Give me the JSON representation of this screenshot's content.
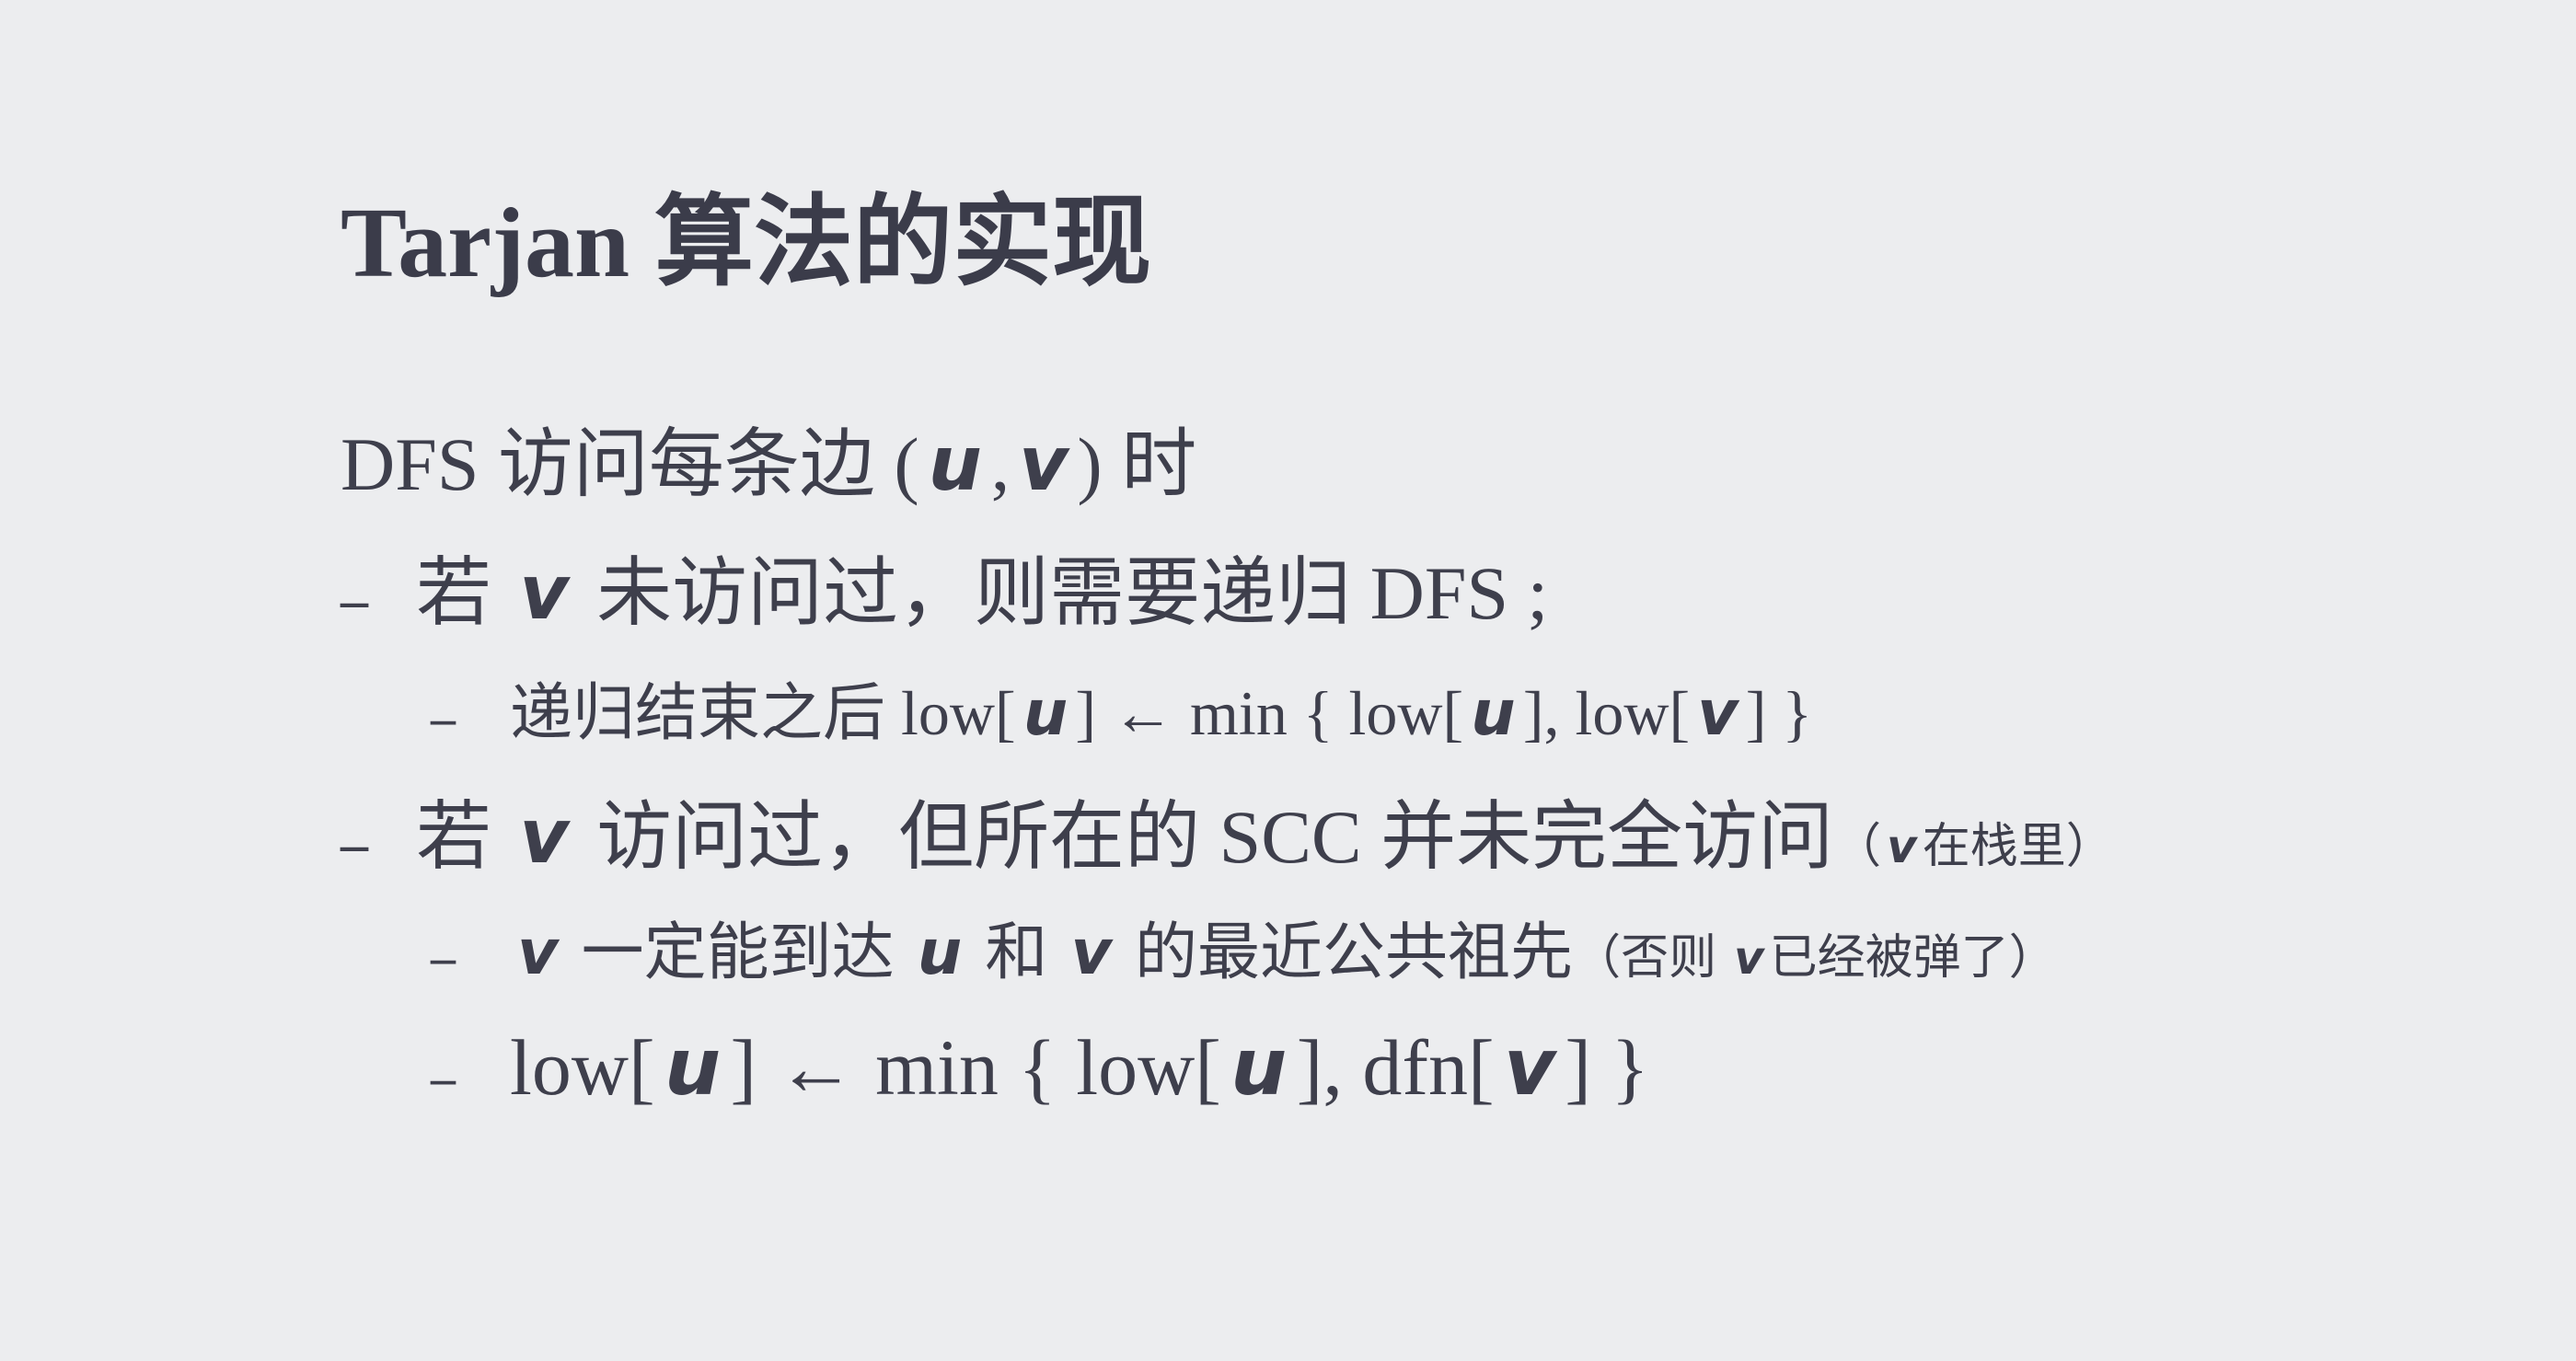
{
  "title": "Tarjan 算法的实现",
  "lines": [
    {
      "level": 0,
      "parts": [
        "DFS 访问每条边 (",
        "u",
        ",",
        "v",
        ") 时"
      ]
    },
    {
      "level": 1,
      "bullet": "–",
      "parts": [
        "若 ",
        "v",
        " 未访问过，则需要递归 DFS ;"
      ]
    },
    {
      "level": 2,
      "bullet": "–",
      "parts": [
        "递归结束之后 low[",
        "u",
        "] ← min { low[",
        "u",
        "], low[",
        "v",
        "] }"
      ]
    },
    {
      "level": 1,
      "bullet": "–",
      "parts": [
        "若 ",
        "v",
        " 访问过，但所在的 SCC 并未完全访问",
        "（",
        "v",
        "在栈里）"
      ]
    },
    {
      "level": 2,
      "bullet": "–",
      "parts": [
        "v",
        " 一定能到达 ",
        "u",
        " 和 ",
        "v",
        " 的最近公共祖先",
        "（否则 ",
        "v",
        "已经被弹了）"
      ]
    },
    {
      "level": 2,
      "bullet": "–",
      "parts": [
        "low[",
        "u",
        "] ←  min { low[",
        "u",
        "], dfn[",
        "v",
        "] }"
      ]
    }
  ]
}
